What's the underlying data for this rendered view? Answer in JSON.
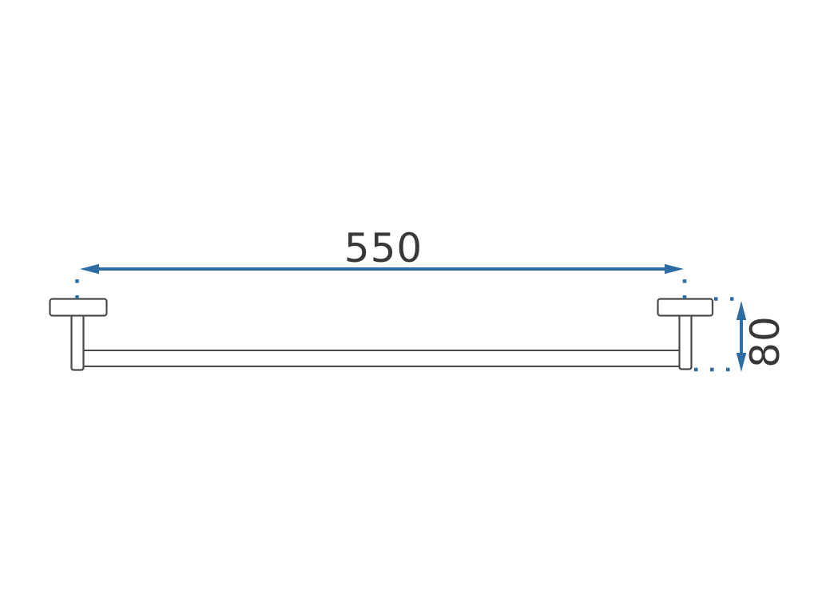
{
  "drawing": {
    "subject": "wall-mounted-towel-rail",
    "dimensions": {
      "width": {
        "label": "550"
      },
      "height": {
        "label": "80"
      }
    },
    "colors": {
      "dimension_accent": "#2e6da4",
      "outline": "#4a4a4a",
      "label_text": "#383838",
      "fill": "#ffffff"
    }
  }
}
